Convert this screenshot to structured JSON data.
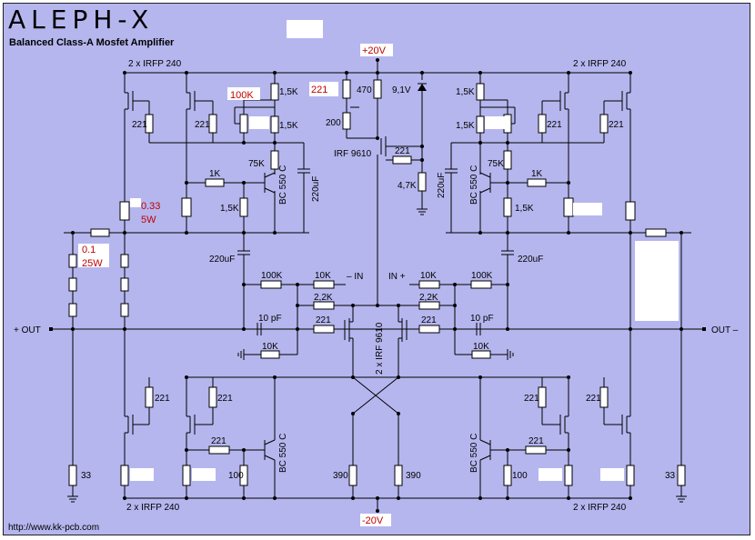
{
  "header": {
    "title": "ALEPH-X",
    "subtitle": "Balanced Class-A Mosfet Amplifier"
  },
  "rails": {
    "pos": "+20V",
    "neg": "-20V"
  },
  "footer": {
    "url": "http://www.kk-pcb.com"
  },
  "io": {
    "out_plus": "+ OUT",
    "out_minus": "OUT –",
    "in_minus": "– IN",
    "in_plus": "IN +"
  },
  "parts": {
    "irfp": "2 x IRFP 240",
    "r221": "221",
    "r1k5": "1,5K",
    "r1k": "1K",
    "r75k": "75K",
    "r470": "470",
    "r200": "200",
    "r4k7": "4,7K",
    "r100k": "100K",
    "r10k": "10K",
    "r2k2": "2,2K",
    "r33": "33",
    "r100": "100",
    "r390": "390",
    "bc550": "BC 550 C",
    "irf9610": "IRF 9610",
    "irf9610x2": "2 x IRF 9610",
    "c220": "220uF",
    "c10p": "10 pF",
    "zener": "9,1V"
  },
  "highlights": {
    "r100k": "100K",
    "r221": "221",
    "r033": "0.33",
    "w5": "5W",
    "r01": "0.1",
    "w25": "25W"
  },
  "colors": {
    "background": "#b5b6ee",
    "wire": "#000000",
    "highlight": "#c00000",
    "label_box": "#ffffff"
  }
}
